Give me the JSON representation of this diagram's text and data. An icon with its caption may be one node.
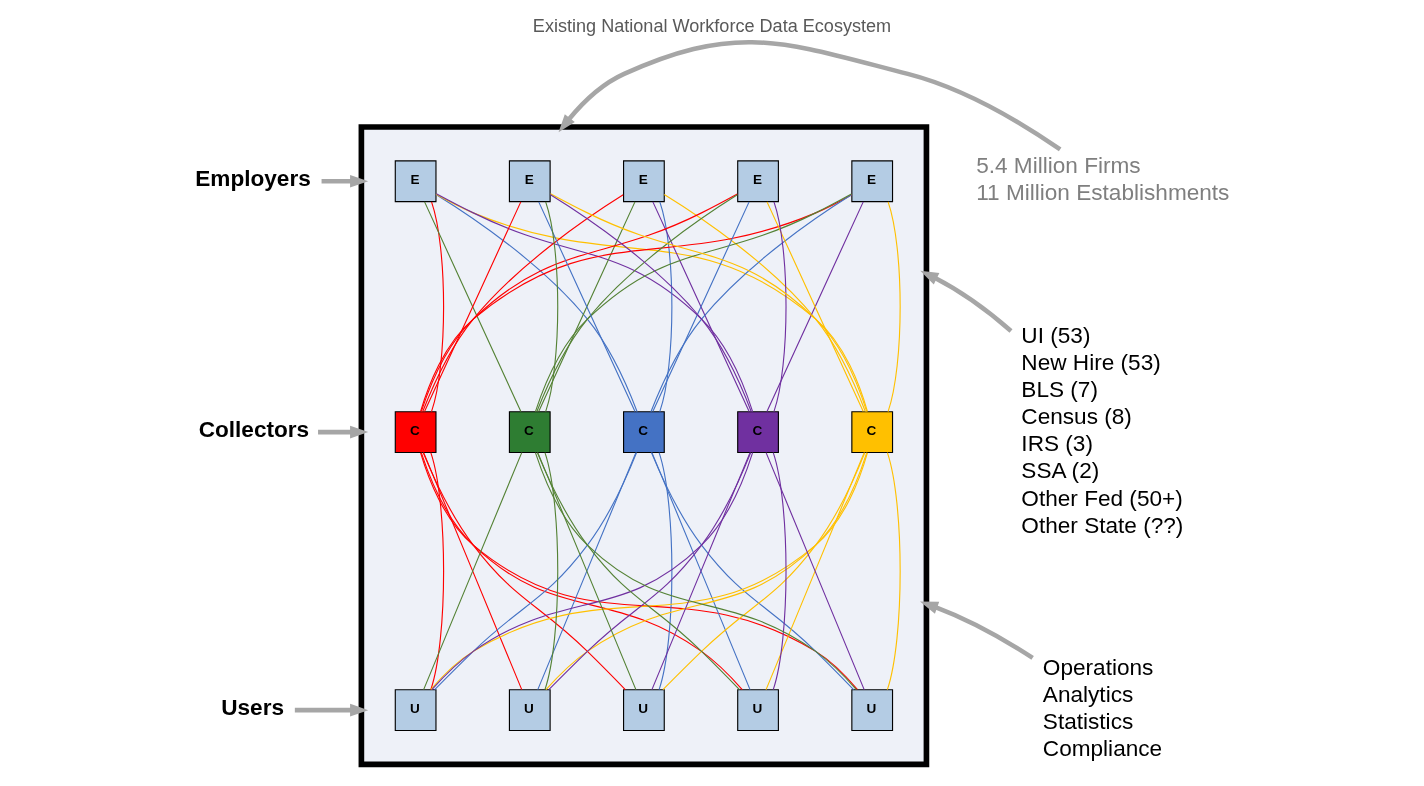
{
  "diagram": {
    "title": "Existing National Workforce Data Ecosystem",
    "nodes": [
      {
        "text": [],
        "shape": "box"
      },
      {
        "text": [
          "E"
        ],
        "in": 0
      },
      {
        "text": [
          "E"
        ],
        "in": 0
      },
      {
        "text": [
          "E"
        ],
        "in": 0
      },
      {
        "text": [
          "E"
        ],
        "in": 0
      },
      {
        "text": [
          "E"
        ],
        "in": 0
      },
      {
        "text": [
          "C"
        ],
        "in": 0
      },
      {
        "text": [
          "C"
        ],
        "in": 0
      },
      {
        "text": [
          "C"
        ],
        "in": 0
      },
      {
        "text": [
          "C"
        ],
        "in": 0
      },
      {
        "text": [
          "C"
        ],
        "in": 0
      },
      {
        "text": [
          "U"
        ],
        "in": 0
      },
      {
        "text": [
          "U"
        ],
        "in": 0
      },
      {
        "text": [
          "U"
        ],
        "in": 0
      },
      {
        "text": [
          "U"
        ],
        "in": 0
      },
      {
        "text": [
          "U"
        ],
        "in": 0
      },
      {
        "text": [
          "Employers"
        ]
      },
      {
        "text": [
          "Collectors"
        ]
      },
      {
        "text": [
          "Users"
        ]
      },
      {
        "text": [
          "5.4 Million Firms",
          "11 Million Establishments"
        ]
      },
      {
        "text": [
          "UI (53)",
          "New Hire (53)",
          "BLS (7)",
          "Census (8)",
          "IRS (3)",
          "SSA (2)",
          "Other Fed (50+)",
          "Other State (??)"
        ]
      },
      {
        "text": [
          "Operations",
          "Analytics",
          "Statistics",
          "Compliance"
        ]
      }
    ],
    "edges": [
      {
        "from": 16,
        "to": 0,
        "arrow": "to",
        "style": "thick",
        "color": "#a6a6a6"
      },
      {
        "from": 17,
        "to": 0,
        "arrow": "to",
        "style": "thick",
        "color": "#a6a6a6"
      },
      {
        "from": 18,
        "to": 0,
        "arrow": "to",
        "style": "thick",
        "color": "#a6a6a6"
      },
      {
        "from": 19,
        "to": 0,
        "arrow": "to",
        "style": "thick",
        "color": "#a6a6a6"
      },
      {
        "from": 20,
        "to": 0,
        "arrow": "to",
        "style": "thick",
        "color": "#a6a6a6"
      },
      {
        "from": 21,
        "to": 0,
        "arrow": "to",
        "style": "thick",
        "color": "#a6a6a6"
      },
      {
        "from": 1,
        "to": 6,
        "arrow": "none",
        "color": "#ff0000"
      },
      {
        "from": 1,
        "to": 7,
        "arrow": "none",
        "color": "#4472c4"
      },
      {
        "from": 1,
        "to": 8,
        "arrow": "none",
        "color": "#ffc000"
      },
      {
        "from": 1,
        "to": 9,
        "arrow": "none",
        "color": "#7030a0"
      },
      {
        "from": 1,
        "to": 10,
        "arrow": "none",
        "color": "#548235"
      },
      {
        "from": 2,
        "to": 6,
        "arrow": "none",
        "color": "#ff0000"
      },
      {
        "from": 2,
        "to": 7,
        "arrow": "none",
        "color": "#4472c4"
      },
      {
        "from": 2,
        "to": 8,
        "arrow": "none",
        "color": "#ffc000"
      },
      {
        "from": 2,
        "to": 9,
        "arrow": "none",
        "color": "#7030a0"
      },
      {
        "from": 2,
        "to": 10,
        "arrow": "none",
        "color": "#548235"
      },
      {
        "from": 3,
        "to": 6,
        "arrow": "none",
        "color": "#ff0000"
      },
      {
        "from": 3,
        "to": 7,
        "arrow": "none",
        "color": "#4472c4"
      },
      {
        "from": 3,
        "to": 8,
        "arrow": "none",
        "color": "#ffc000"
      },
      {
        "from": 3,
        "to": 9,
        "arrow": "none",
        "color": "#7030a0"
      },
      {
        "from": 3,
        "to": 10,
        "arrow": "none",
        "color": "#548235"
      },
      {
        "from": 4,
        "to": 6,
        "arrow": "none",
        "color": "#ff0000"
      },
      {
        "from": 4,
        "to": 7,
        "arrow": "none",
        "color": "#4472c4"
      },
      {
        "from": 4,
        "to": 8,
        "arrow": "none",
        "color": "#ffc000"
      },
      {
        "from": 4,
        "to": 9,
        "arrow": "none",
        "color": "#7030a0"
      },
      {
        "from": 4,
        "to": 10,
        "arrow": "none",
        "color": "#548235"
      },
      {
        "from": 5,
        "to": 6,
        "arrow": "none",
        "color": "#ff0000"
      },
      {
        "from": 5,
        "to": 7,
        "arrow": "none",
        "color": "#4472c4"
      },
      {
        "from": 5,
        "to": 8,
        "arrow": "none",
        "color": "#ffc000"
      },
      {
        "from": 5,
        "to": 9,
        "arrow": "none",
        "color": "#7030a0"
      },
      {
        "from": 5,
        "to": 10,
        "arrow": "none",
        "color": "#548235"
      },
      {
        "from": 6,
        "to": 11,
        "arrow": "none",
        "color": "#ff0000"
      },
      {
        "from": 6,
        "to": 12,
        "arrow": "none",
        "color": "#ff0000"
      },
      {
        "from": 6,
        "to": 13,
        "arrow": "none",
        "color": "#ff0000"
      },
      {
        "from": 6,
        "to": 14,
        "arrow": "none",
        "color": "#ff0000"
      },
      {
        "from": 6,
        "to": 15,
        "arrow": "none",
        "color": "#ff0000"
      },
      {
        "from": 7,
        "to": 11,
        "arrow": "none",
        "color": "#4472c4"
      },
      {
        "from": 7,
        "to": 12,
        "arrow": "none",
        "color": "#4472c4"
      },
      {
        "from": 7,
        "to": 13,
        "arrow": "none",
        "color": "#4472c4"
      },
      {
        "from": 7,
        "to": 14,
        "arrow": "none",
        "color": "#4472c4"
      },
      {
        "from": 7,
        "to": 15,
        "arrow": "none",
        "color": "#4472c4"
      },
      {
        "from": 8,
        "to": 11,
        "arrow": "none",
        "color": "#ffc000"
      },
      {
        "from": 8,
        "to": 12,
        "arrow": "none",
        "color": "#ffc000"
      },
      {
        "from": 8,
        "to": 13,
        "arrow": "none",
        "color": "#ffc000"
      },
      {
        "from": 8,
        "to": 14,
        "arrow": "none",
        "color": "#ffc000"
      },
      {
        "from": 8,
        "to": 15,
        "arrow": "none",
        "color": "#ffc000"
      },
      {
        "from": 9,
        "to": 11,
        "arrow": "none",
        "color": "#7030a0"
      },
      {
        "from": 9,
        "to": 12,
        "arrow": "none",
        "color": "#7030a0"
      },
      {
        "from": 9,
        "to": 13,
        "arrow": "none",
        "color": "#7030a0"
      },
      {
        "from": 9,
        "to": 14,
        "arrow": "none",
        "color": "#7030a0"
      },
      {
        "from": 9,
        "to": 15,
        "arrow": "none",
        "color": "#7030a0"
      },
      {
        "from": 10,
        "to": 11,
        "arrow": "none",
        "color": "#548235"
      },
      {
        "from": 10,
        "to": 12,
        "arrow": "none",
        "color": "#548235"
      },
      {
        "from": 10,
        "to": 13,
        "arrow": "none",
        "color": "#548235"
      },
      {
        "from": 10,
        "to": 14,
        "arrow": "none",
        "color": "#548235"
      },
      {
        "from": 10,
        "to": 15,
        "arrow": "none",
        "color": "#548235"
      }
    ]
  }
}
